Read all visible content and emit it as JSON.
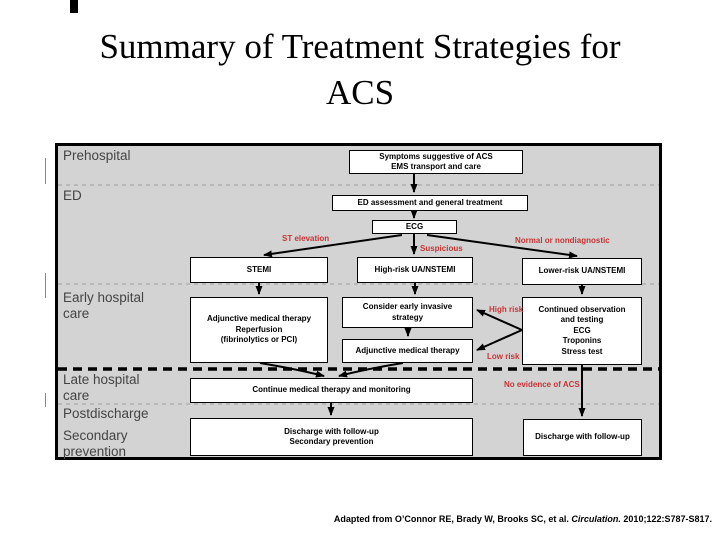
{
  "title": {
    "line1": "Summary of Treatment Strategies for",
    "line2": "ACS"
  },
  "phases": {
    "prehospital": "Prehospital",
    "ed": "ED",
    "early_hospital": "Early hospital care",
    "late_hospital": "Late hospital care",
    "postdischarge": "Postdischarge",
    "secondary_prevention": "Secondary prevention"
  },
  "boxes": {
    "symptoms": {
      "lines": [
        "Symptoms suggestive of ACS",
        "EMS transport and care"
      ]
    },
    "ed_assessment": {
      "lines": [
        "ED assessment and general treatment"
      ]
    },
    "ecg": {
      "lines": [
        "ECG"
      ]
    },
    "stemi": {
      "lines": [
        "STEMI"
      ]
    },
    "high_risk_ua": {
      "lines": [
        "High-risk UA/NSTEMI"
      ]
    },
    "lower_risk_ua": {
      "lines": [
        "Lower-risk UA/NSTEMI"
      ]
    },
    "adjunctive_reperfusion": {
      "lines": [
        "Adjunctive medical therapy",
        "Reperfusion",
        "(fibrinolytics or PCI)"
      ]
    },
    "consider_invasive": {
      "lines": [
        "Consider early invasive",
        "strategy"
      ]
    },
    "adjunctive_medical": {
      "lines": [
        "Adjunctive medical therapy"
      ]
    },
    "continued_observation": {
      "lines": [
        "Continued observation",
        "and testing",
        "ECG",
        "Troponins",
        "Stress test"
      ]
    },
    "continue_therapy": {
      "lines": [
        "Continue medical therapy and monitoring"
      ]
    },
    "discharge_secondary": {
      "lines": [
        "Discharge with follow-up",
        "Secondary prevention"
      ]
    },
    "discharge_followup": {
      "lines": [
        "Discharge with follow-up"
      ]
    }
  },
  "edge_labels": {
    "st_elevation": "ST elevation",
    "suspicious": "Suspicious",
    "normal_nondiagnostic": "Normal or nondiagnostic",
    "high_risk": "High risk",
    "low_risk": "Low risk",
    "no_evidence": "No evidence of ACS"
  },
  "citation": {
    "prefix": "Adapted from O’Connor RE, Brady W, Brooks SC, et al. ",
    "journal": "Circulation.",
    "suffix": " 2010;122:S787-S817."
  },
  "colors": {
    "chart_background": "#d3d3d3",
    "accent_red": "#cc3333",
    "box_fill": "#ffffff",
    "box_border": "#000000"
  }
}
